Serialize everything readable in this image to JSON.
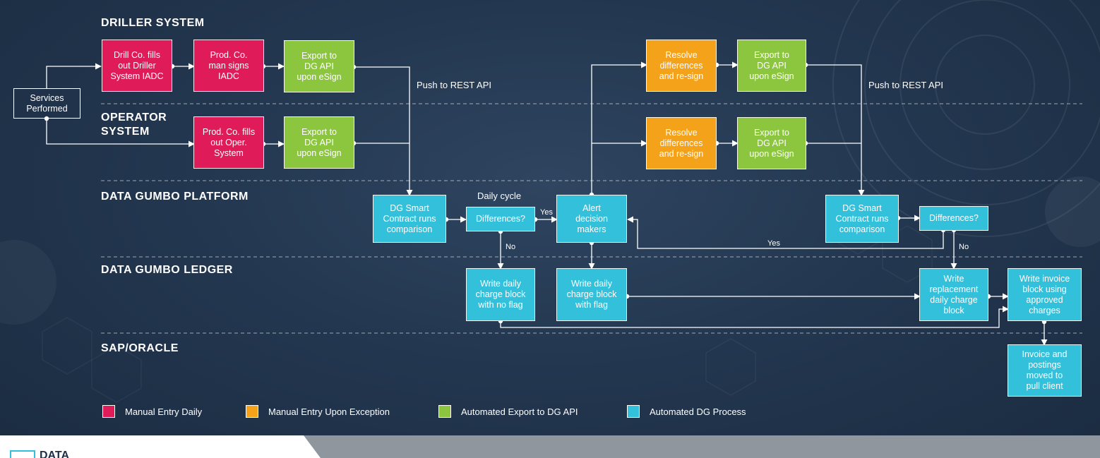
{
  "lanes": {
    "driller": "DRILLER SYSTEM",
    "operator": "OPERATOR\nSYSTEM",
    "platform": "DATA GUMBO PLATFORM",
    "ledger": "DATA GUMBO LEDGER",
    "sap": "SAP/ORACLE"
  },
  "nodes": {
    "services_performed": "Services\nPerformed",
    "drill_fills": "Drill Co. fills\nout Driller\nSystem IADC",
    "prod_signs": "Prod. Co.\nman signs\nIADC",
    "export_driller_1": "Export to\nDG API\nupon eSign",
    "prod_fills_oper": "Prod. Co. fills\nout Oper.\nSystem",
    "export_operator_1": "Export to\nDG API\nupon eSign",
    "smart_contract_1": "DG Smart\nContract runs\ncomparison",
    "differences_1": "Differences?",
    "alert": "Alert\ndecision\nmakers",
    "write_no_flag": "Write daily\ncharge block\nwith no flag",
    "write_flag": "Write daily\ncharge block\nwith flag",
    "resolve_driller": "Resolve\ndifferences\nand re-sign",
    "export_driller_2": "Export to\nDG API\nupon eSign",
    "resolve_operator": "Resolve\ndifferences\nand re-sign",
    "export_operator_2": "Export to\nDG API\nupon eSign",
    "smart_contract_2": "DG Smart\nContract runs\ncomparison",
    "differences_2": "Differences?",
    "write_replacement": "Write\nreplacement\ndaily charge\nblock",
    "write_invoice": "Write invoice\nblock using\napproved\ncharges",
    "invoice_moved": "Invoice and\npostings\nmoved to\npull client"
  },
  "labels": {
    "push_rest_1": "Push to REST API",
    "push_rest_2": "Push to REST API",
    "daily_cycle": "Daily cycle",
    "yes_1": "Yes",
    "no_1": "No",
    "yes_2": "Yes",
    "no_2": "No"
  },
  "legend": [
    {
      "label": "Manual Entry Daily",
      "color": "#e01b5a"
    },
    {
      "label": "Manual Entry Upon Exception",
      "color": "#f5a21b"
    },
    {
      "label": "Automated Export to DG API",
      "color": "#8cc63f"
    },
    {
      "label": "Automated DG Process",
      "color": "#33c0db"
    }
  ],
  "logo": {
    "text": "DATA"
  }
}
